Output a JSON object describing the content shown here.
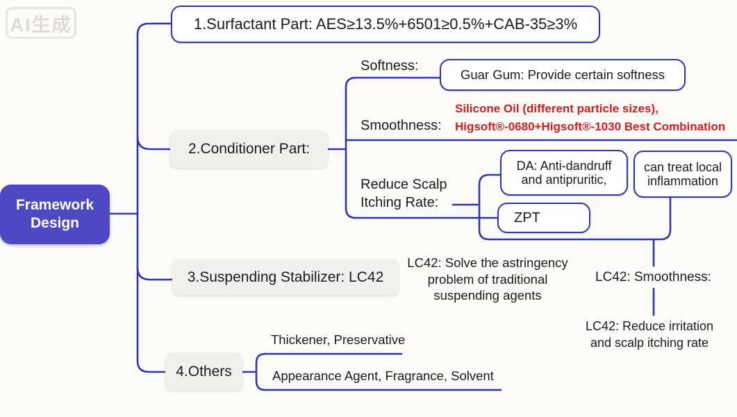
{
  "colors": {
    "background": "#fcfbf8",
    "line_blue": "#2e34b2",
    "root_fill": "#4f48c3",
    "gray_fill": "#f1f0ed",
    "red_text": "#d41d1d",
    "ink": "#1b1b1b"
  },
  "watermark": {
    "label": "AI生成"
  },
  "root": {
    "line1": "Framework",
    "line2": "Design"
  },
  "branches": {
    "surfactant": {
      "label": "1.Surfactant Part: AES≥13.5%+6501≥0.5%+CAB-35≥3%"
    },
    "conditioner": {
      "label": "2.Conditioner Part:",
      "softness": {
        "label": "Softness:",
        "node": "Guar Gum: Provide certain softness"
      },
      "smoothness": {
        "label": "Smoothness:",
        "note_line1": "Silicone Oil (different particle sizes),",
        "note_line2": "Higsoft®-0680+Higsoft®-1030 Best Combination"
      },
      "itching": {
        "label_line1": "Reduce Scalp",
        "label_line2": "Itching Rate:",
        "da_line1": "DA: Anti-dandruff",
        "da_line2": "and antipruritic,",
        "zpt": "ZPT",
        "inflammation_line1": "can treat local",
        "inflammation_line2": "inflammation"
      }
    },
    "stabilizer": {
      "label": "3.Suspending Stabilizer: LC42",
      "note_line1": "LC42: Solve the astringency",
      "note_line2": "problem of traditional",
      "note_line3": "suspending agents",
      "smoothness_label": "LC42: Smoothness:",
      "reduce_line1": "LC42: Reduce irritation",
      "reduce_line2": "and scalp itching rate"
    },
    "others": {
      "label": "4.Others",
      "item1": "Thickener, Preservative",
      "item2": "Appearance Agent, Fragrance, Solvent"
    }
  }
}
